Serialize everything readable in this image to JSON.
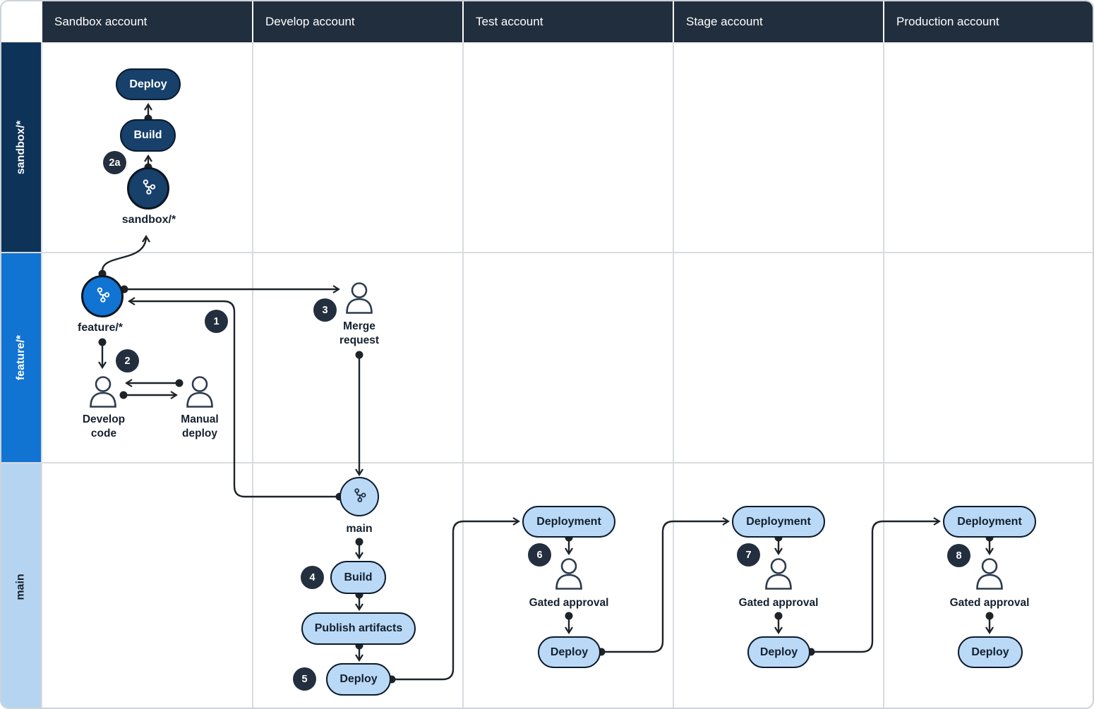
{
  "account_columns": [
    "Sandbox account",
    "Develop account",
    "Test account",
    "Stage account",
    "Production account"
  ],
  "branch_rows": [
    "sandbox/*",
    "feature/*",
    "main"
  ],
  "sandbox_lane": {
    "branch_label": "sandbox/*",
    "build": "Build",
    "deploy": "Deploy",
    "badge_2a": "2a"
  },
  "feature_lane": {
    "branch_label": "feature/*",
    "badge_1": "1",
    "badge_2": "2",
    "badge_3": "3",
    "merge_request": "Merge request",
    "develop_code": "Develop code",
    "manual_deploy": "Manual deploy"
  },
  "main_lane": {
    "branch_label": "main",
    "badge_4": "4",
    "build": "Build",
    "publish_artifacts": "Publish artifacts",
    "badge_5": "5",
    "deploy": "Deploy"
  },
  "environments": [
    {
      "account": "Test account",
      "badge": "6",
      "deployment": "Deployment",
      "approval": "Gated approval",
      "deploy": "Deploy"
    },
    {
      "account": "Stage account",
      "badge": "7",
      "deployment": "Deployment",
      "approval": "Gated approval",
      "deploy": "Deploy"
    },
    {
      "account": "Production account",
      "badge": "8",
      "deployment": "Deployment",
      "approval": "Gated approval",
      "deploy": "Deploy"
    }
  ],
  "icons": {
    "git_branch": "git-branch-icon",
    "user": "user-icon"
  },
  "colors": {
    "header_bg": "#212e3d",
    "badge_bg": "#232f3e",
    "sandbox_row_bg": "#0d3359",
    "dark_node_fill": "#17406b",
    "feature_blue": "#1173d2",
    "light_node_fill": "#b9d9f7",
    "main_row_bg": "#b5d4f1",
    "edge_line": "#1e2328",
    "grid_line": "#d8dbdf",
    "text_dark": "#15202e"
  }
}
